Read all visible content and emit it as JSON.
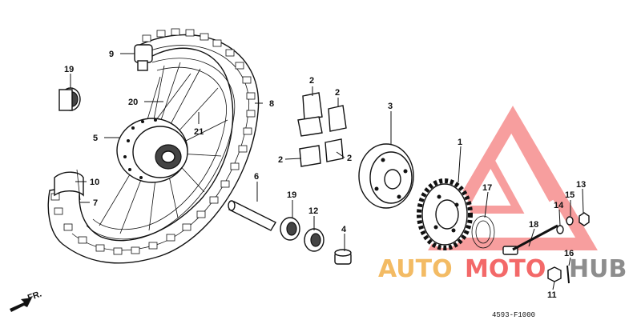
{
  "parts": {
    "p1": "1",
    "p2a": "2",
    "p2b": "2",
    "p2c": "2",
    "p2d": "2",
    "p3": "3",
    "p4": "4",
    "p5": "5",
    "p6": "6",
    "p7": "7",
    "p8": "8",
    "p9": "9",
    "p10": "10",
    "p11": "11",
    "p12": "12",
    "p13": "13",
    "p14": "14",
    "p15": "15",
    "p16": "16",
    "p17": "17",
    "p18": "18",
    "p19a": "19",
    "p19b": "19",
    "p20": "20",
    "p21": "21"
  },
  "front_label": "FR.",
  "diagram_code": "4593-F1000",
  "watermark": {
    "text_left": "AUTO",
    "text_mid": "MOTO",
    "text_right": "HUB",
    "color_orange": "#f2b04a",
    "color_red": "#f24f4f",
    "color_gray": "#7a7a7a"
  }
}
